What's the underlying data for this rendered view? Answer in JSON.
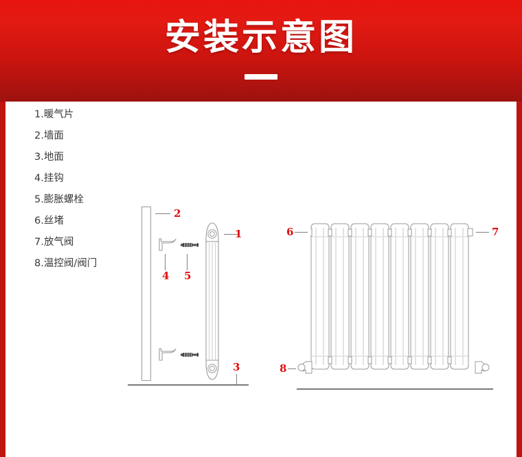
{
  "banner": {
    "title": "安装示意图",
    "dash_icon": "divider-dash",
    "bg_color_top": "#e8140f",
    "bg_color_bottom": "#9c120f"
  },
  "edges": {
    "border_color": "#c01410"
  },
  "legend": {
    "items": [
      {
        "num": "1",
        "text": "1.暖气片"
      },
      {
        "num": "2",
        "text": "2.墙面"
      },
      {
        "num": "3",
        "text": "3.地面"
      },
      {
        "num": "4",
        "text": "4.挂钩"
      },
      {
        "num": "5",
        "text": "5.膨胀螺栓"
      },
      {
        "num": "6",
        "text": "6.丝堵"
      },
      {
        "num": "7",
        "text": "7.放气阀"
      },
      {
        "num": "8",
        "text": "8.温控阀/阀门"
      }
    ],
    "text_color": "#3a3a3a"
  },
  "diagram_left": {
    "name": "side-view-installation",
    "callouts": [
      {
        "id": "1",
        "label": "1",
        "target": "radiator-side-view"
      },
      {
        "id": "2",
        "label": "2",
        "target": "wall"
      },
      {
        "id": "3",
        "label": "3",
        "target": "floor"
      },
      {
        "id": "4",
        "label": "4",
        "target": "wall-hook"
      },
      {
        "id": "5",
        "label": "5",
        "target": "expansion-bolt"
      }
    ]
  },
  "diagram_right": {
    "name": "front-view-radiator",
    "fin_count": 8,
    "callouts": [
      {
        "id": "6",
        "label": "6",
        "target": "plug-left"
      },
      {
        "id": "7",
        "label": "7",
        "target": "air-vent-right"
      },
      {
        "id": "8",
        "label": "8",
        "target": "thermostatic-valve"
      }
    ]
  },
  "colors": {
    "label_red": "#e00d0d",
    "line_gray": "#808080",
    "outline_gray": "#9a9a9a"
  }
}
